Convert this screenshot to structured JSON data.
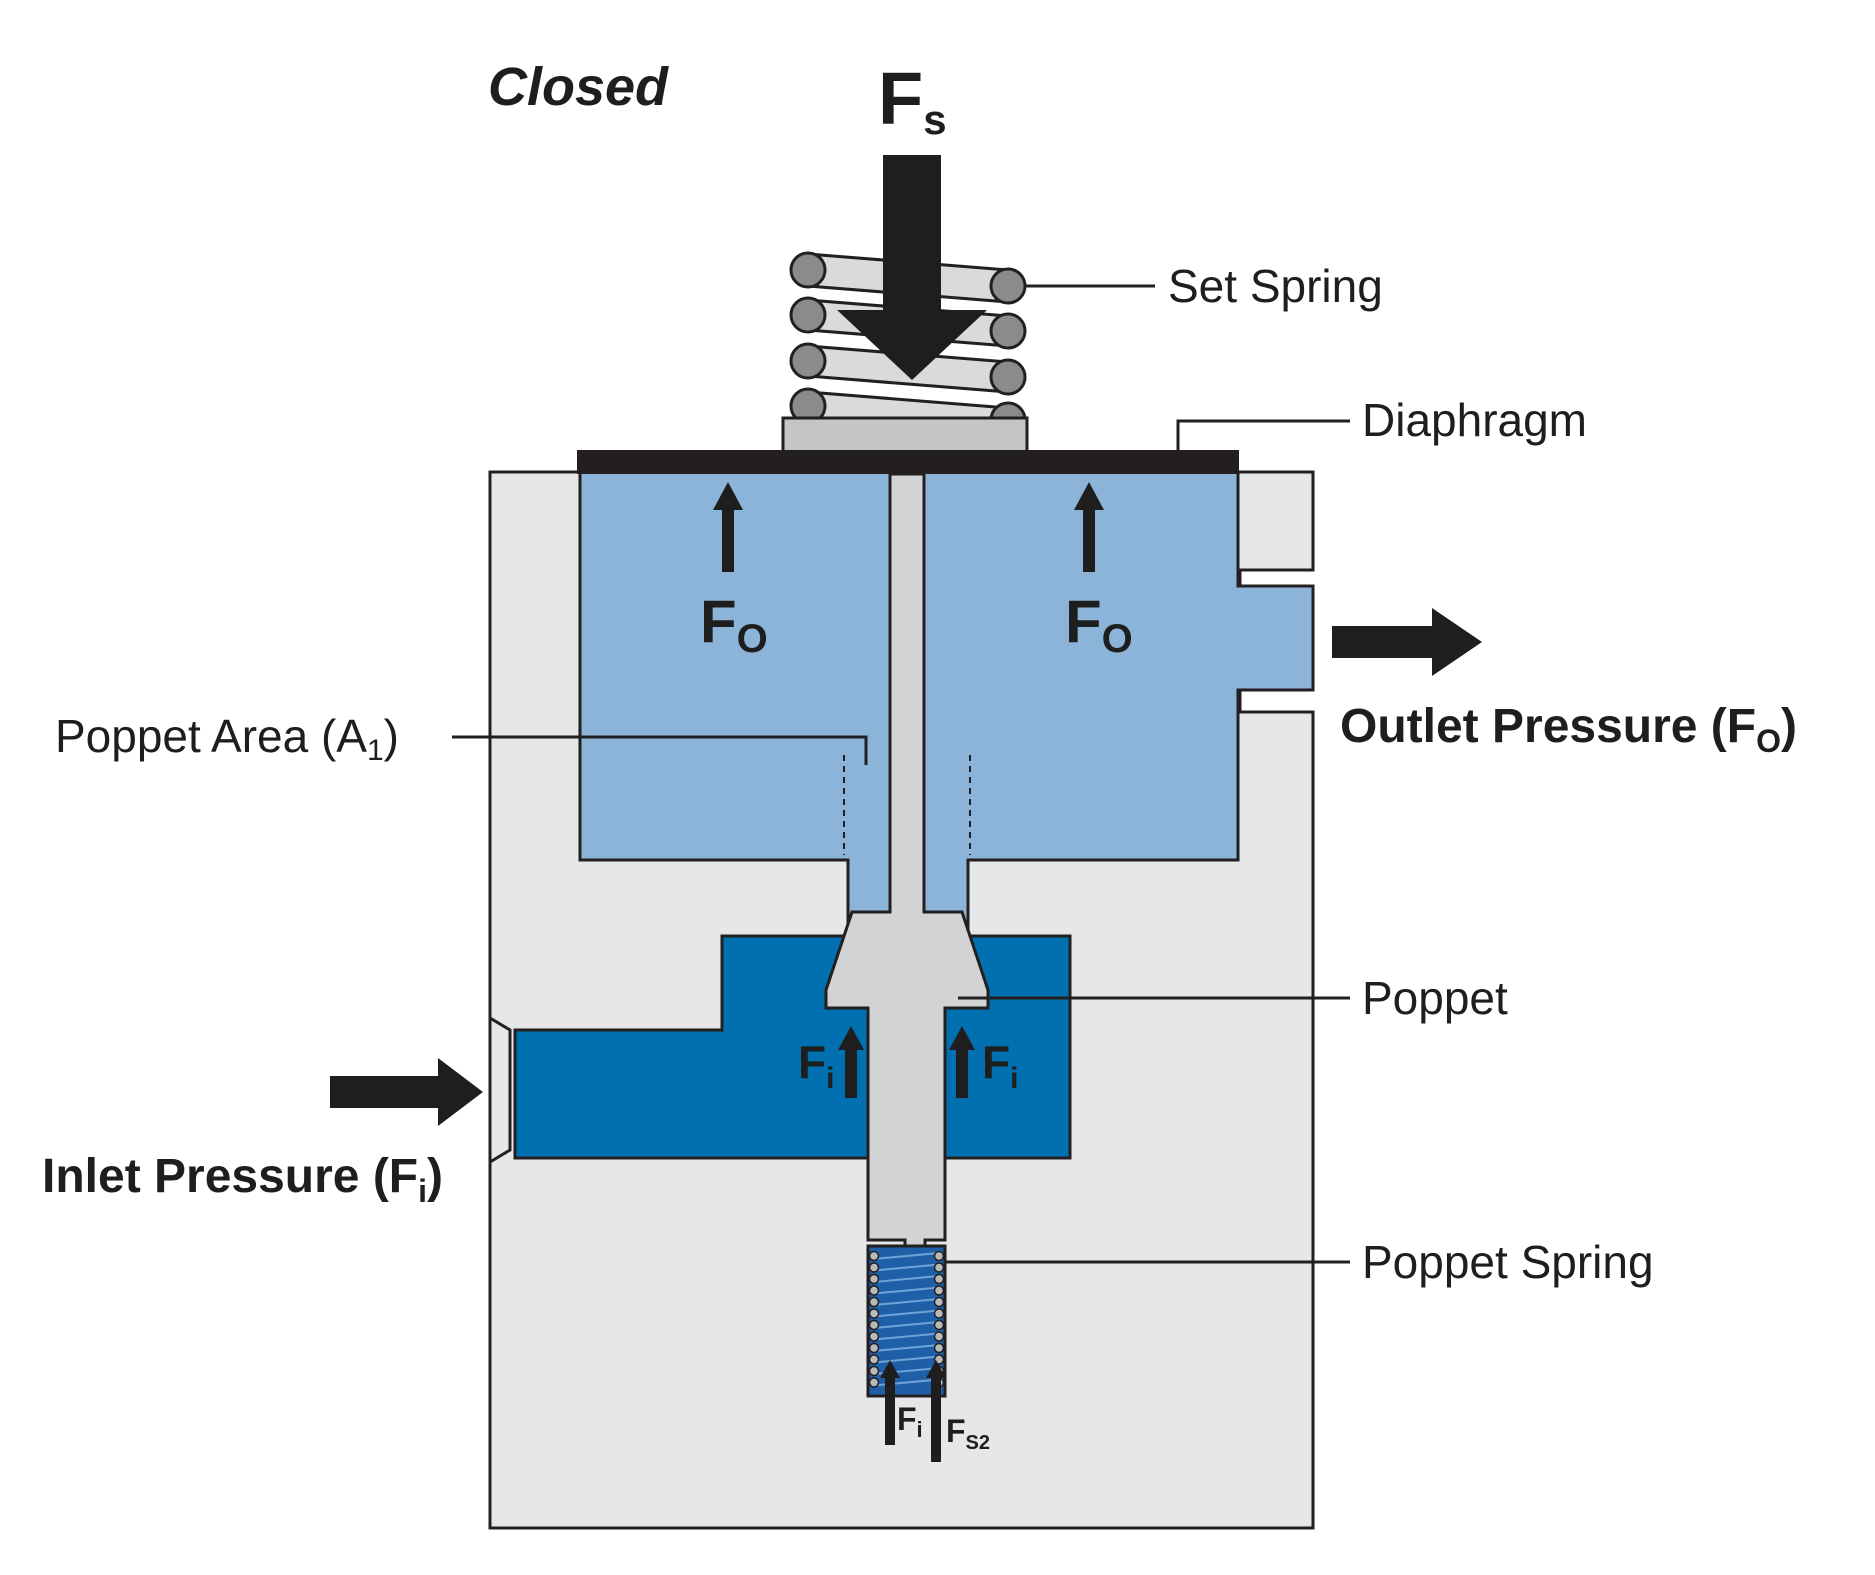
{
  "title": "Closed",
  "forces": {
    "set_spring": {
      "main": "F",
      "sub": "s"
    },
    "outlet_left": {
      "main": "F",
      "sub": "O"
    },
    "outlet_right": {
      "main": "F",
      "sub": "O"
    },
    "inlet_left": {
      "main": "F",
      "sub": "i"
    },
    "inlet_right": {
      "main": "F",
      "sub": "i"
    },
    "inlet_bottom": {
      "main": "F",
      "sub": "i"
    },
    "poppet_spring": {
      "main": "F",
      "sub": "S2"
    }
  },
  "labels": {
    "set_spring": "Set Spring",
    "diaphragm": "Diaphragm",
    "poppet_area": {
      "text": "Poppet Area (A",
      "sub": "1",
      "close": ")"
    },
    "outlet": {
      "text": "Outlet Pressure (F",
      "sub": "O",
      "close": ")"
    },
    "poppet": "Poppet",
    "inlet": {
      "text": "Inlet Pressure (F",
      "sub": "i",
      "close": ")"
    },
    "poppet_spring": "Poppet Spring"
  },
  "colors": {
    "body": "#e6e7e8",
    "outline": "#231f20",
    "outlet_fluid": "#8cb4d9",
    "inlet_fluid": "#0070b0",
    "poppet": "#d2d3d5",
    "spring_coil": "#d9dadc",
    "spring_wire": "#8a8b8d",
    "arrow": "#1e1e1e"
  }
}
